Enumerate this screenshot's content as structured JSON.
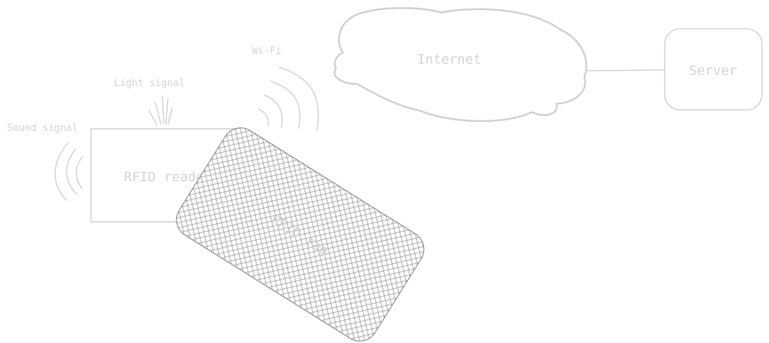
{
  "diagram": {
    "nodes": {
      "sound": "Sound signal",
      "light": "Light signal",
      "wifi": "Wi-Fi",
      "internet": "Internet",
      "server": "Server",
      "reader": "RFID reader",
      "tag": "RFID tag"
    },
    "colors": {
      "stroke": "#d2d2d2",
      "label": "#d4d4d4",
      "tag_hatch": "#9a9a9a"
    }
  }
}
